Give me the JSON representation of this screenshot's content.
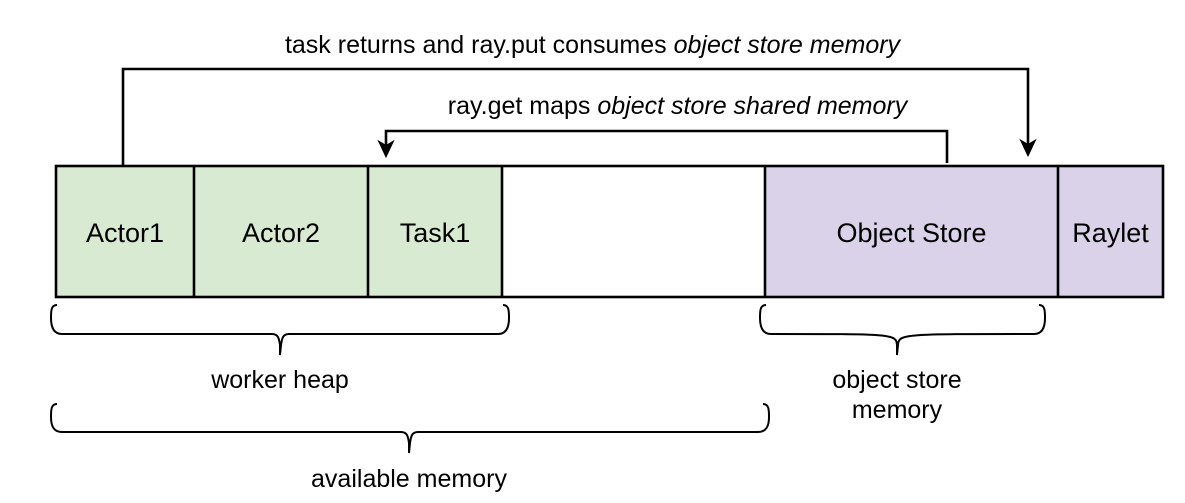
{
  "diagram": {
    "title_annotations": [
      {
        "name": "task-returns-annotation",
        "text_plain": "task returns and ray.put consumes ",
        "text_italic": "object store memory"
      },
      {
        "name": "ray-get-annotation",
        "text_plain": "ray.get maps ",
        "text_italic": "object store shared memory"
      }
    ],
    "memory_bar": {
      "name": "memory-bar",
      "colors": {
        "worker_fill": "#d9ead3",
        "object_store_fill": "#d9d2e9",
        "free_fill": "#ffffff",
        "border": "#000000"
      },
      "segments": [
        {
          "label": "Actor1",
          "group": "worker",
          "fill": "#d9ead3"
        },
        {
          "label": "Actor2",
          "group": "worker",
          "fill": "#d9ead3"
        },
        {
          "label": "Task1",
          "group": "worker",
          "fill": "#d9ead3"
        },
        {
          "label": "",
          "group": "free",
          "fill": "#ffffff"
        },
        {
          "label": "Object Store",
          "group": "object-store",
          "fill": "#d9d2e9"
        },
        {
          "label": "Raylet",
          "group": "raylet",
          "fill": "#d9d2e9"
        }
      ]
    },
    "braces": [
      {
        "name": "worker-heap-brace",
        "label": "worker heap"
      },
      {
        "name": "object-store-brace",
        "label": "object store\nmemory"
      },
      {
        "name": "available-memory-brace",
        "label": "available memory"
      }
    ]
  }
}
